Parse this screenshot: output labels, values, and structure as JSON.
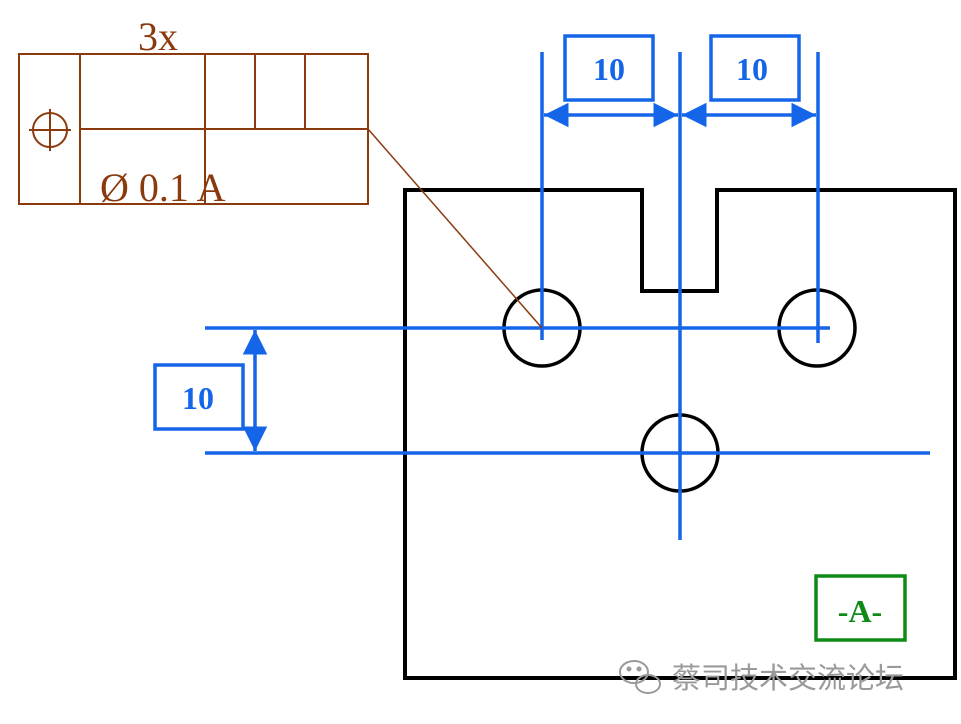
{
  "feature_control_frame": {
    "count_label": "3x",
    "symbol_icon": "position-icon",
    "tolerance_text": "Ø 0.1 A"
  },
  "dimensions": {
    "left_horizontal": "10",
    "right_horizontal": "10",
    "vertical": "10"
  },
  "datum": {
    "label": "-A-"
  },
  "watermark": {
    "text": "蔡司技术交流论坛",
    "icon": "wechat-icon"
  },
  "colors": {
    "part_outline": "#000000",
    "dimension": "#1565E8",
    "feature_control_frame": "#8B3A0E",
    "datum": "#0E8A16",
    "watermark": "#9a9a9a"
  }
}
